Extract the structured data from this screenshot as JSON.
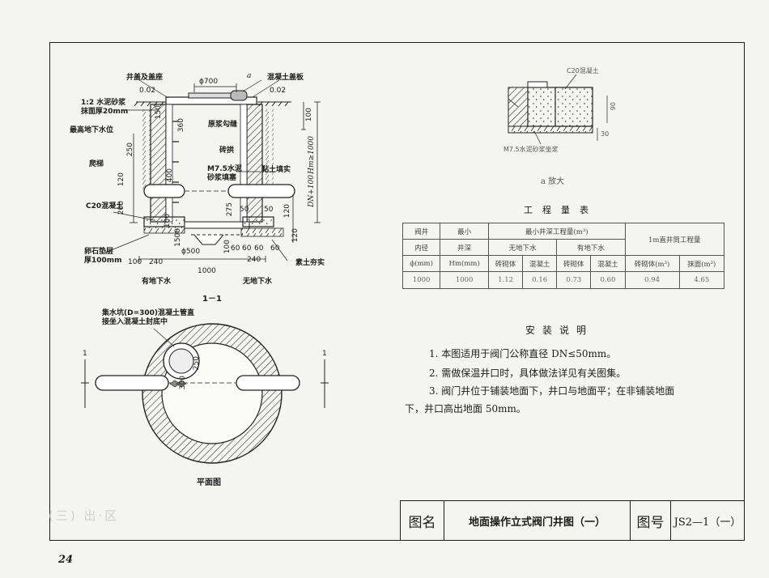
{
  "section": {
    "top_labels": {
      "cover_seat": "井盖及盖座",
      "a_mark": "a",
      "concrete_cover_plate": "混凝土盖板",
      "slope_left": "0.02",
      "slope_right": "0.02",
      "dia_top": "ϕ700"
    },
    "left_labels": {
      "mortar_1": "1:2 水泥砂浆",
      "mortar_2": "抹面厚20mm",
      "groundwater": "最高地下水位",
      "ladder": "爬梯",
      "c20": "C20混凝土",
      "gravel_1": "卵石垫层",
      "gravel_2": "厚100mm"
    },
    "inner_labels": {
      "pointing": "原浆勾缝",
      "arch": "砖拱",
      "m75_1": "M7.5水泥",
      "m75_2": "砂浆填塞",
      "clay": "黏土填实",
      "plain_soil": "素土夯实"
    },
    "dims": {
      "d150": "150",
      "d360": "360",
      "d250": "250",
      "d400": "400",
      "d120a": "120",
      "d200": "200",
      "d100a": "100",
      "d1500": "1500",
      "d500": "ϕ500",
      "d100b": "100",
      "d275": "275",
      "d50a": "50",
      "d50b": "50",
      "d120b": "120",
      "d120c": "120",
      "d60a": "60",
      "d60b": "60",
      "d60c": "60",
      "d60d": "60",
      "d240a": "240",
      "d240b": "240",
      "d100c": "100",
      "d1000": "1000",
      "d100r": "100",
      "hm": "Hm≥1000",
      "dn100": "DN+100"
    },
    "bottom_labels": {
      "with_gw": "有地下水",
      "without_gw": "无地下水",
      "section_name": "1－1"
    }
  },
  "plan": {
    "sump_1": "集水坑(D=300)混凝土管直",
    "sump_2": "接坐入混凝土封底中",
    "d300": "300",
    "d250": "250",
    "cut_mark_left": "1",
    "cut_mark_right": "1",
    "title": "平面图"
  },
  "detail": {
    "c20": "C20混凝土",
    "m75": "M7.5水泥砂浆坐浆",
    "d90": "90",
    "d30": "30",
    "caption": "a 放大"
  },
  "quantity_table": {
    "title": "工程量表",
    "h_valve_1": "阀井",
    "h_valve_2": "内径",
    "h_valve_3": "ϕ(mm)",
    "h_min_1": "最小",
    "h_min_2": "井深",
    "h_min_3": "Hm(mm)",
    "h_min_qty": "最小井深工程量(m³)",
    "h_no_gw": "无地下水",
    "h_gw": "有地下水",
    "h_brick_1": "砖砌体",
    "h_conc_1": "混凝土",
    "h_brick_2": "砖砌体",
    "h_conc_2": "混凝土",
    "h_per_m": "1m直井筒工程量",
    "h_brick_3": "砖砌体(m³)",
    "h_plaster": "抹面(m²)",
    "row": [
      "1000",
      "1000",
      "1.12",
      "0.16",
      "0.73",
      "0.60",
      "0.94",
      "4.65"
    ]
  },
  "notes": {
    "title": "安装说明",
    "n1": "1. 本图适用于阀门公称直径 DN≤50mm。",
    "n2": "2. 需做保温井口时，具体做法详见有关图集。",
    "n3a": "3. 阀门井位于铺装地面下，井口与地面平；在非铺装地面",
    "n3b": "下，井口高出地面 50mm。"
  },
  "title_block": {
    "name_label": "图名",
    "name_value": "地面操作立式阀门井图（一）",
    "no_label": "图号",
    "no_value": "JS2—1（一）"
  },
  "page_number": "24",
  "stamp_text": "(三) 出·区"
}
